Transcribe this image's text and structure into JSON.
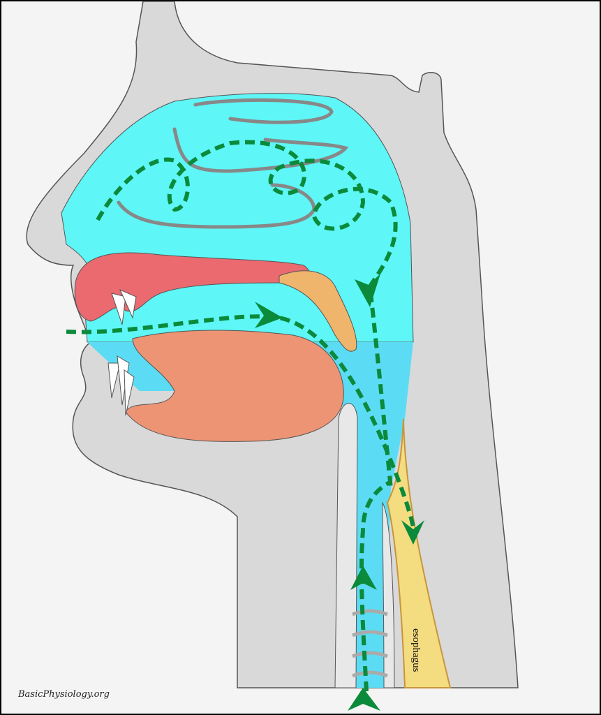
{
  "labels": {
    "esophagus": "esophagus",
    "site": "BasicPhysiology.org"
  },
  "colors": {
    "background": "#f4f4f4",
    "head": "#d9d9d9",
    "nasal_cavity": "#5ef6f6",
    "pharynx_trachea": "#5cdcf4",
    "tongue": "#ec9474",
    "palate": "#ea6a70",
    "soft_palate": "#efb56c",
    "esophagus": "#f4dc80",
    "airflow_arrows": "#0a8a3a"
  },
  "icons": {
    "airflow": "dashed-arrow-path"
  }
}
